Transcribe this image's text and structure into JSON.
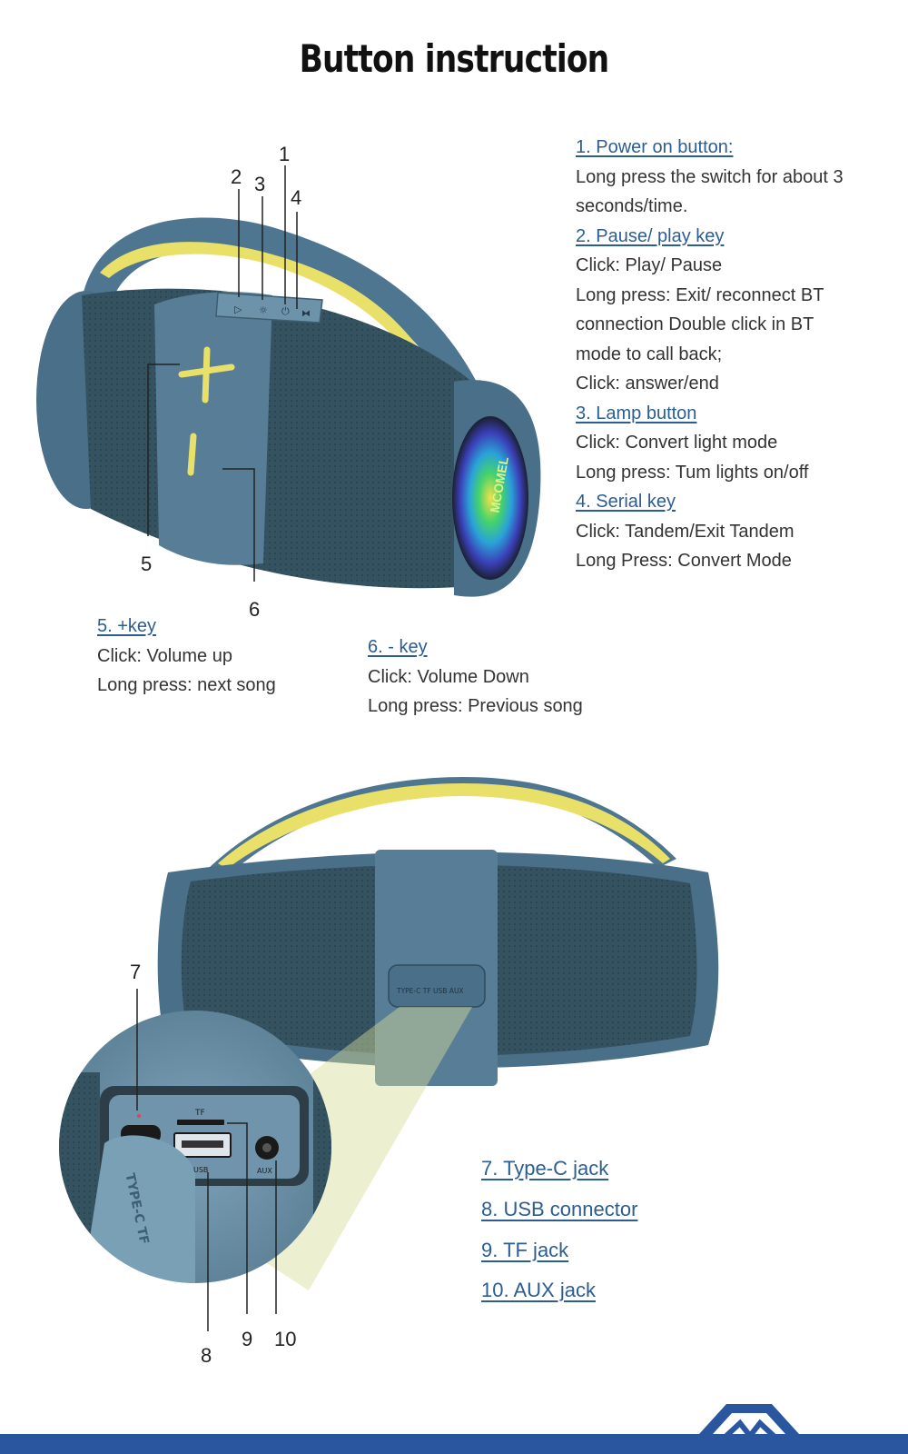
{
  "title": "Button instruction",
  "top_callout_numbers": [
    "1",
    "2",
    "3",
    "4",
    "5",
    "6"
  ],
  "speaker_logo_text": "MCOMEL",
  "instructions": [
    {
      "heading": "1.  Power on button:",
      "lines": [
        "Long press the switch for about 3",
        "seconds/time."
      ]
    },
    {
      "heading": "2. Pause/ play key",
      "lines": [
        "Click: Play/ Pause",
        "Long press: Exit/ reconnect BT",
        "connection Double click in BT",
        "mode to call back;",
        "Click: answer/end"
      ]
    },
    {
      "heading": "3. Lamp button",
      "lines": [
        "Click: Convert light mode",
        "Long press: Tum lights on/off"
      ]
    },
    {
      "heading": "4.  Serial key",
      "lines": [
        "Click: Tandem/Exit Tandem",
        "Long Press: Convert Mode"
      ]
    }
  ],
  "plus_key": {
    "heading": "5.   +key",
    "lines": [
      "Click: Volume up",
      "Long press: next song"
    ]
  },
  "minus_key": {
    "heading": "6.  - key",
    "lines": [
      "Click: Volume Down",
      "Long press: Previous song"
    ]
  },
  "port_panel_text": "TYPE-C  TF  USB AUX",
  "port_zoom_labels": [
    "TF",
    "USB",
    "AUX",
    "TYPE-C  TF"
  ],
  "bottom_callout_numbers": [
    "7",
    "8",
    "9",
    "10"
  ],
  "ports": [
    "7. Type-C jack",
    "8. USB connector ",
    "9. TF jack",
    "10. AUX jack"
  ],
  "colors": {
    "title": "#111111",
    "heading_link": "#2c5d92",
    "body_text": "#333333",
    "speaker_body": "#4a6f88",
    "speaker_grille": "#2f4f5e",
    "speaker_accent": "#e9e06a",
    "footer_band": "#2a56a0"
  }
}
